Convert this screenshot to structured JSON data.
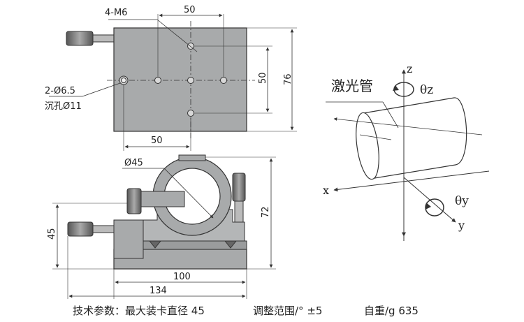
{
  "top_view": {
    "thread_label": "4-M6",
    "dim_top": "50",
    "dim_right": "50",
    "dim_height": "76",
    "dim_bottom": "50",
    "hole_label": "2-Ø6.5",
    "counterbore_label": "沉孔Ø11"
  },
  "front_view": {
    "dia_label": "Ø45",
    "dim_height_72": "72",
    "dim_height_45": "45",
    "dim_base_100": "100",
    "dim_total_134": "134"
  },
  "axis_diagram": {
    "laser_label": "激光管",
    "z_label": "z",
    "theta_z_label": "θz",
    "x_label": "x",
    "theta_y_label": "θy",
    "y_label": "y"
  },
  "specs": {
    "tech_params": "技术参数：最大装卡直径 45",
    "adjust_range": "调整范围/° ±5",
    "weight": "自重/g 635"
  },
  "colors": {
    "plate_fill": "#a8aaab",
    "plate_dark": "#8b8d8e",
    "line": "#333333"
  }
}
